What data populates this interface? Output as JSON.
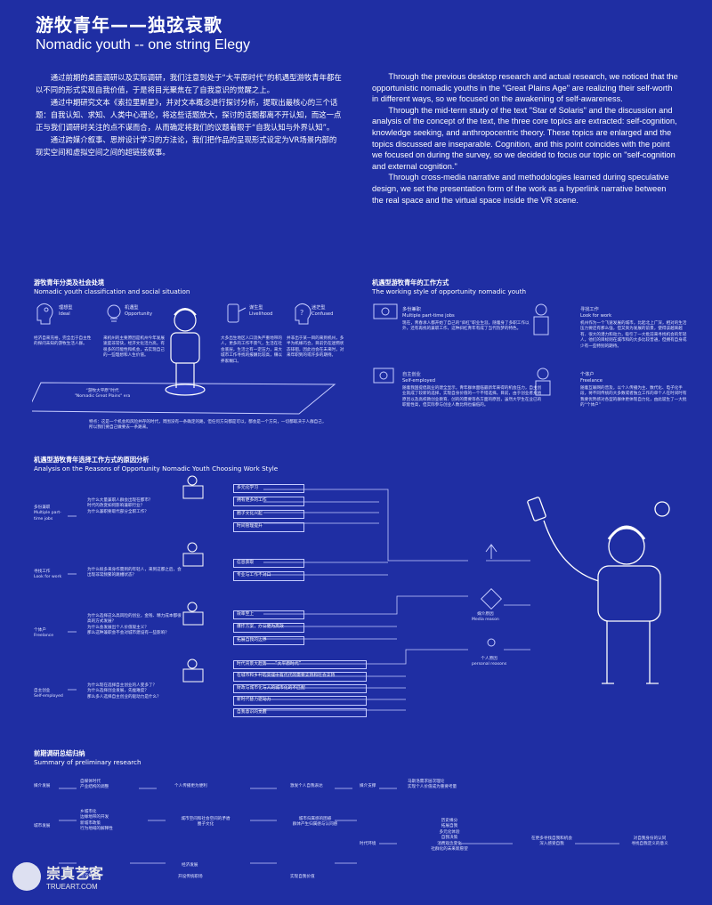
{
  "header": {
    "title_zh": "游牧青年——独弦哀歌",
    "title_en": "Nomadic youth -- one string Elegy"
  },
  "intro_zh": [
    "通过前期的桌面调研以及实际调研，我们注意到处于“大平原时代”的机遇型游牧青年都在以不同的形式实现自我价值，于是将目光聚焦在了自我意识的觉醒之上。",
    "通过中期研究文本《索拉里斯星》，并对文本概念进行探讨分析，提取出最核心的三个话题：自我认知、求知、人类中心理论，将这些话题放大，探讨的话题都离不开认知，而这一点正与我们调研时关注的点不谋而合，从而确定将我们的议题着眼于“自我认知与外界认知”。",
    "通过跨媒介叙事、思辨设计学习的方法论，我们把作品的呈现形式设定为VR场景内部的现实空间和虚拟空间之间的超链接叙事。"
  ],
  "intro_en": [
    "Through the previous desktop research and actual research, we noticed that the opportunistic nomadic youths in the \"Great Plains Age\" are realizing their self-worth in different ways, so we focused on the awakening of self-awareness.",
    "Through the mid-term study of the text \"Star of Solaris\" and the discussion and analysis of the concept of the text, the three core topics are extracted: self-cognition, knowledge seeking, and anthropocentric theory. These topics are enlarged and the topics discussed are inseparable. Cognition, and this point coincides with the point we focused on during the survey, so we decided to focus our topic on \"self-cognition and external cognition.\"",
    "Through cross-media narrative and methodologies learned during speculative design, we set the presentation form of the work as a hyperlink narrative between the real space and the virtual space inside the VR scene."
  ],
  "section1": {
    "title_zh": "游牧青年分类及社会处境",
    "title_en": "Nomadic youth classification and social situation",
    "types": [
      {
        "zh": "理想型",
        "en": "Ideal",
        "desc": "经济自来充裕，完全出于自主性的探问未知的游牧生活人群。"
      },
      {
        "zh": "机遇型",
        "en": "Opportunity",
        "desc": "来机州的主要原因是机州今年发展速度非常快，经济文化活力高，有很多的可能性和机会，去实现自己的一些理想和人生价值。"
      },
      {
        "zh": "谋生型",
        "en": "Livelihood",
        "desc": "大多出生地区人口流失严重地带的人，更多的工作不景气，生活在社会底层，生活之有一定压力，来大城市工作寻找的报酬比较高，赚以养家糊口。"
      },
      {
        "zh": "迷茫型",
        "en": "Confused",
        "desc": "并非出于某一目的来到机州，多半为机缘巧合，目前仍在迷惘状态徘徊，因此也会在未来时，对来年职到的或许多的期待。"
      }
    ],
    "era_label_zh": "“游牧大平原”时代",
    "era_label_en": "\"Nomadic Great Plains\" era",
    "era_note": "特点：这是一个机会和风险并存的时代，周围没有一条确定的路，但任何方向都是可以，都会是一个方向，一切都取决于人群自己，所以我们要自己做要去一条路来。"
  },
  "section2": {
    "title_zh": "机遇型游牧青年的工作方式",
    "title_en": "The working style of opportunity nomadic youth",
    "styles": [
      {
        "zh": "多份兼职",
        "en": "Multiple part-time jobs",
        "desc": "现在，青春承人都开始了自己的“斜杠”职业生涯，随着身了多职工作以外，还有再找的兼职工作，这种斜杠青年有成了当代热梦的特色。"
      },
      {
        "zh": "寻找工作",
        "en": "Look for work",
        "desc": "机州作为一个飞速发展的城市，比起北上广深，相对的生活压力要还有那么强，但又资为发展的前景，使得该越来越有、很大的潜力和动力，吸引了一大批前来寻找机会的年轻人，他们的目标则在城市和的大多比较普通，但拥有自身或少有一些特别的期待。"
      },
      {
        "zh": "自主创业",
        "en": "Self-employed",
        "desc": "随着我国提倡就业的建全显示，青年群体面临最新年来得的机会压力，自主创业就成了较新的选择，实现自身价值的一个不错选择。目前，由于创业者身将原因以及高校教创业教育、创的的需要等各方面的原因，虽然大学生在业已的职能性高，但实际参与创业人数比例也偏低的。"
      },
      {
        "zh": "个体户",
        "en": "Freelance",
        "desc": "随着互联网的普及，以个人传播为主、数代化、电子化手段，将不同传统的大多数或者独立工作的单个人在时间时有我要优势感对各型的群体更体现自力化，由此诞生了一大批的“个体户”"
      }
    ]
  },
  "section3": {
    "title_zh": "机遇型游牧青年选择工作方式的原因分析",
    "title_en": "Analysis on the Reasons of Opportunity Nomadic Youth Choosing Work Style",
    "groups": [
      {
        "zh": "多份兼职",
        "en": "Multiple part-time jobs",
        "questions": [
          "为什么大量兼职人群会出现在都市？",
          "时代的改变如何影响兼职行业？",
          "为什么兼职要取代部分全职工作？"
        ],
        "reasons": [
          "多元化学习",
          "拥有更多的工作",
          "圈子文化兴起",
          "时间管理提升"
        ]
      },
      {
        "zh": "寻找工作",
        "en": "Look for work",
        "questions": [
          "为什么很多来身作需到的年轻人，来到这都之后，会出现非常频繁的跳槽状态？"
        ],
        "reasons": [
          "信息获取",
          "专业与工作不对口"
        ]
      },
      {
        "zh": "个体户",
        "en": "Freelance",
        "questions": [
          "为什么选择这么高风险的创业，金钱、精力成本都很高的方式发展？",
          "为什么会发展出个人价值观主义？",
          "那么这种兼职会不会对城市建设有一些影响？"
        ],
        "reasons": [
          "效率至上",
          "爆炸方案，办公更为高效",
          "拓展自我的边界"
        ]
      },
      {
        "zh": "自主创业",
        "en": "Self-employed",
        "questions": [
          "为什么现在选择自主创业的人变多了？",
          "为什么选择创业发展，先挫难度？",
          "那么多人选择自主创业的驱动力是什么？"
        ],
        "reasons": [
          "时代背景大趋势——“大平原时代”",
          "在城市和乡村的夹缝中有代代的需要支持和社会支持",
          "财政与城市化与人的城市化的不匹配",
          "新时代替力驱动力",
          "自我意识的觉醒"
        ]
      }
    ],
    "media_reason_zh": "媒介原因",
    "media_reason_en": "Media reason",
    "personal_reason_zh": "个人原因",
    "personal_reason_en": "personal reasons"
  },
  "section4": {
    "title_zh": "前期调研总结归纳",
    "title_en": "Summary of preliminary research",
    "rows": [
      {
        "label": "媒介发展",
        "col1": [
          "自媒体时代",
          "产业结构的调整"
        ],
        "col2": "个人传播更为便利",
        "col3": "激发个人自我表达",
        "col4": "媒介支撑",
        "col5": [
          "马斯洛需求层次理论",
          "实现个人价值成为重要考量"
        ]
      },
      {
        "label": "城市发展",
        "col1": [
          "乡城市化",
          "边缘地带的开发",
          "新城市政策",
          "行为地域的解释性"
        ],
        "col2": [
          "城市空间和社会空间的矛盾",
          "圈子文化"
        ],
        "col3": [
          "城市归属感的困惑",
          "群体产生归属感与认同感"
        ],
        "col4": "时代环境",
        "col5": [
          "历史缘分",
          "拓展自我",
          "多元化体验",
          "自我决策",
          "消费观念变化",
          "社群化的未来新愿望"
        ],
        "col6": [
          "在更多寻找自我和机会",
          "深入感受自我"
        ],
        "col7": [
          "对自我身份的认同",
          "寻找自我定义的意义"
        ]
      },
      {
        "label": "经济发展",
        "col1": [
          "就业形势",
          "经济结构"
        ],
        "col2": "开设传统职场",
        "col3": "实现自我价值"
      }
    ]
  },
  "watermark": {
    "brand_zh": "崇真艺客",
    "brand_en": "TRUEART.COM"
  }
}
